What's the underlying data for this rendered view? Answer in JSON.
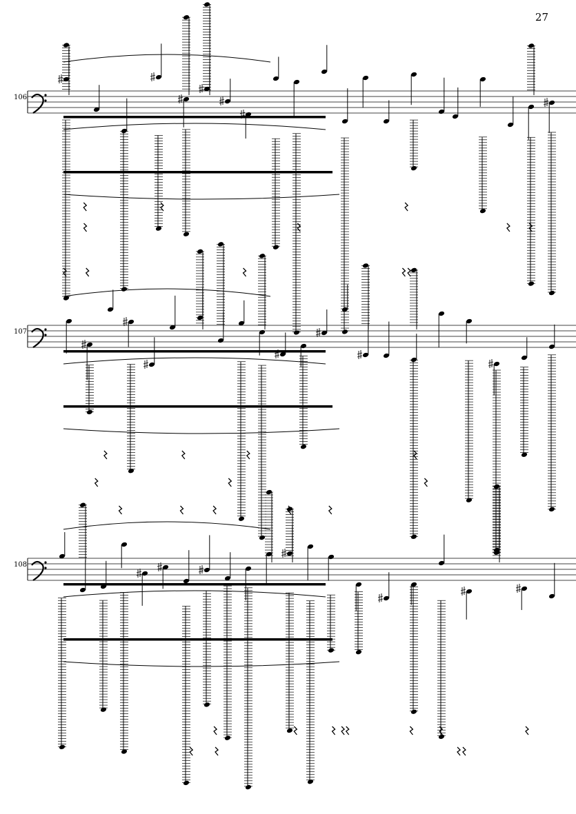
{
  "page": {
    "number": "27"
  },
  "systems": [
    {
      "measure": "106"
    },
    {
      "measure": "107"
    },
    {
      "measure": "108"
    }
  ],
  "palette": {
    "ink": "#000000",
    "paper": "#ffffff"
  }
}
